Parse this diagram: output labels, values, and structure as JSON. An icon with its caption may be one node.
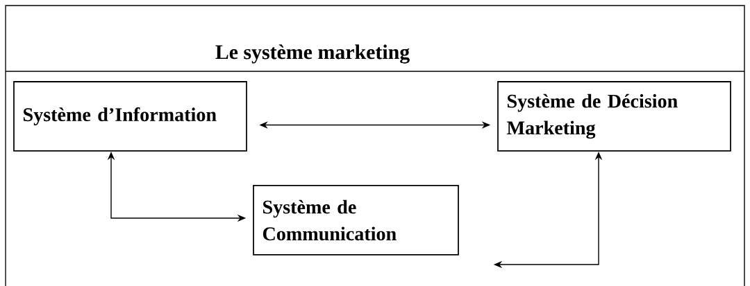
{
  "diagram": {
    "title": "Le système marketing",
    "nodes": [
      {
        "text": [
          "Système d’Information"
        ]
      },
      {
        "text": [
          "Système de Décision Marketing"
        ]
      },
      {
        "text": [
          "Système de Communication"
        ]
      }
    ],
    "edges": [
      {
        "from": 0,
        "to": 1,
        "arrow": "both"
      },
      {
        "from": 0,
        "to": 2,
        "arrow": "both"
      },
      {
        "from": 2,
        "to": 1,
        "arrow": "both"
      }
    ]
  }
}
